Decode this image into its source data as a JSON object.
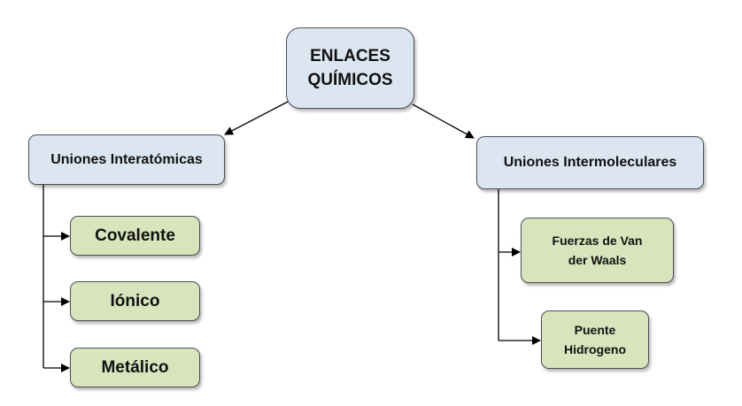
{
  "diagram": {
    "root": {
      "line1": "ENLACES",
      "line2": "QUÍMICOS"
    },
    "interatomic": {
      "label": "Uniones Interatómicas",
      "children": [
        "Covalente",
        "Iónico",
        "Metálico"
      ]
    },
    "intermolecular": {
      "label": "Uniones Intermoleculares",
      "vdw": {
        "line1": "Fuerzas de Van",
        "line2": "der Waals"
      },
      "hydrogen": {
        "line1": "Puente",
        "line2": "Hidrogeno"
      }
    }
  },
  "colors": {
    "blue_fill": "#dce6f1",
    "green_fill": "#d8e4bc",
    "border": "#4a4f57",
    "line": "#000000"
  }
}
